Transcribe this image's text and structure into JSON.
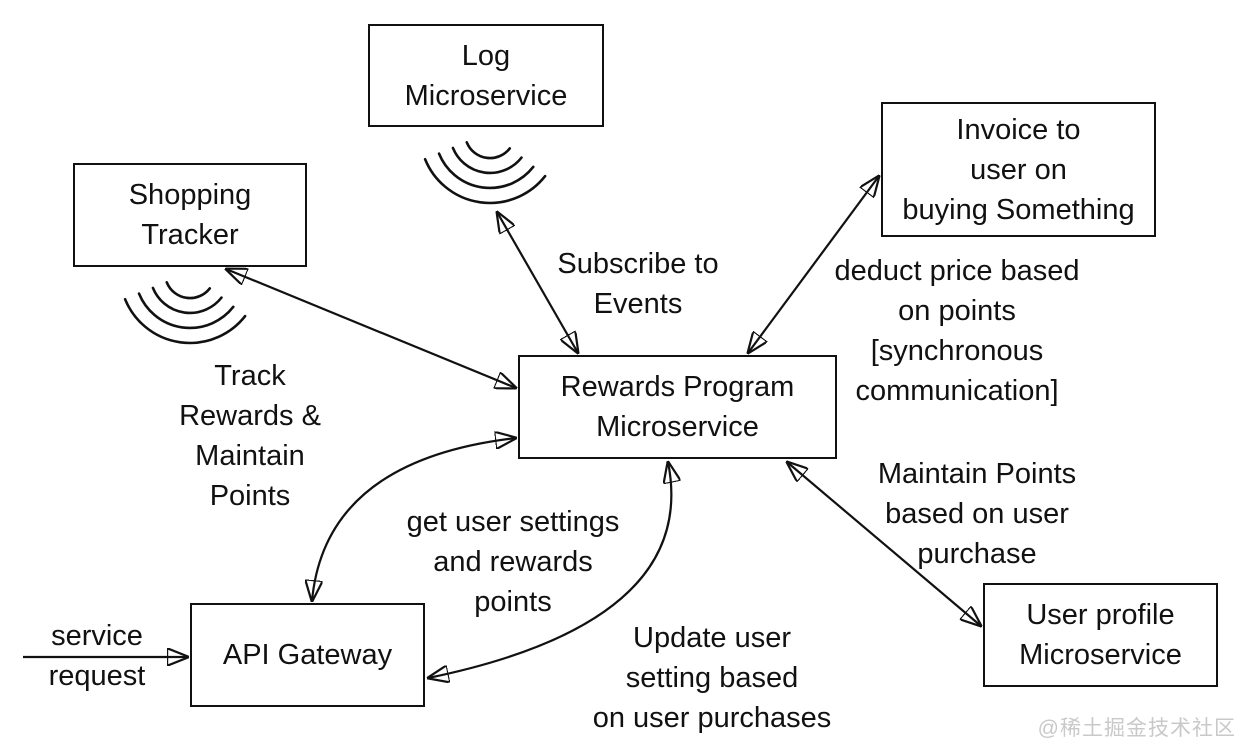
{
  "nodes": {
    "log": {
      "label": "Log\nMicroservice"
    },
    "shopping": {
      "label": "Shopping\nTracker"
    },
    "invoice": {
      "label": "Invoice to\nuser on\nbuying Something"
    },
    "rewards": {
      "label": "Rewards Program\nMicroservice"
    },
    "api_gateway": {
      "label": "API Gateway"
    },
    "user_profile": {
      "label": "User profile\nMicroservice"
    }
  },
  "edge_labels": {
    "subscribe": "Subscribe to\nEvents",
    "track": "Track\nRewards &\nMaintain\nPoints",
    "deduct": "deduct price based\non points\n[synchronous\ncommunication]",
    "get_user": "get user settings\nand rewards\npoints",
    "update_user": "Update user\nsetting based\non user purchases",
    "maintain": "Maintain Points\nbased on user\npurchase",
    "service_request": "service\nrequest"
  },
  "icons": {
    "log_waves": "broadcast-waves-icon",
    "shopping_waves": "broadcast-waves-icon"
  },
  "colors": {
    "line": "#111111",
    "text": "#111111",
    "background": "#ffffff",
    "watermark": "#c9c9c9"
  },
  "watermark": "@稀土掘金技术社区"
}
